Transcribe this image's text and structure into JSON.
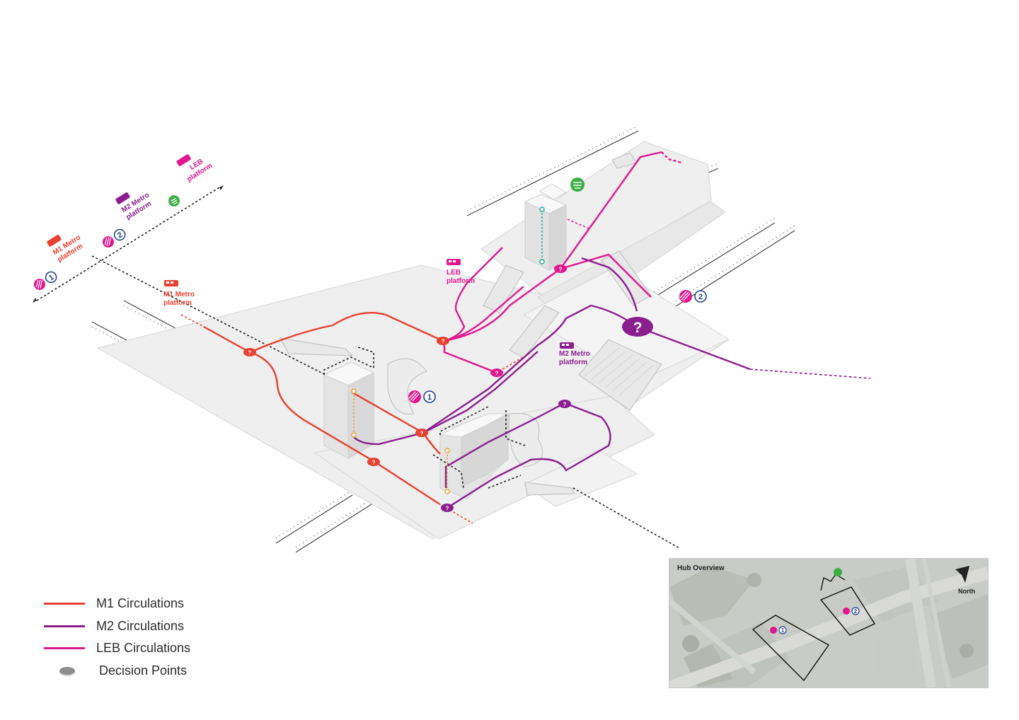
{
  "diagram": {
    "labels": {
      "m1_platform_left": [
        "M1 Metro",
        "platform"
      ],
      "m2_platform_left": [
        "M2 Metro",
        "platform"
      ],
      "leb_platform_left": [
        "LEB",
        "platform"
      ],
      "m1_platform": [
        "M1 Metro",
        "platform"
      ],
      "leb_platform": [
        "LEB",
        "platform"
      ],
      "m2_platform": [
        "M2 Metro",
        "platform"
      ]
    },
    "line_numbers": {
      "m1": "1",
      "m2": "2"
    },
    "decision_mark": "?"
  },
  "legend": {
    "items": [
      {
        "label": "M1 Circulations",
        "color": "#e8402f"
      },
      {
        "label": "M2 Circulations",
        "color": "#8b1e8f"
      },
      {
        "label": "LEB Circulations",
        "color": "#e0178f"
      },
      {
        "label": "Decision Points",
        "color": "#8d8d8d"
      }
    ]
  },
  "overview": {
    "title": "Hub Overview",
    "north": "North",
    "markers": [
      "1",
      "2"
    ]
  },
  "colors": {
    "m1": "#e8402f",
    "m2": "#8b1e8f",
    "leb": "#e0178f",
    "green": "#3dae45",
    "navy": "#1f3f8c",
    "teal": "#21a89c",
    "orange": "#f0a030"
  }
}
